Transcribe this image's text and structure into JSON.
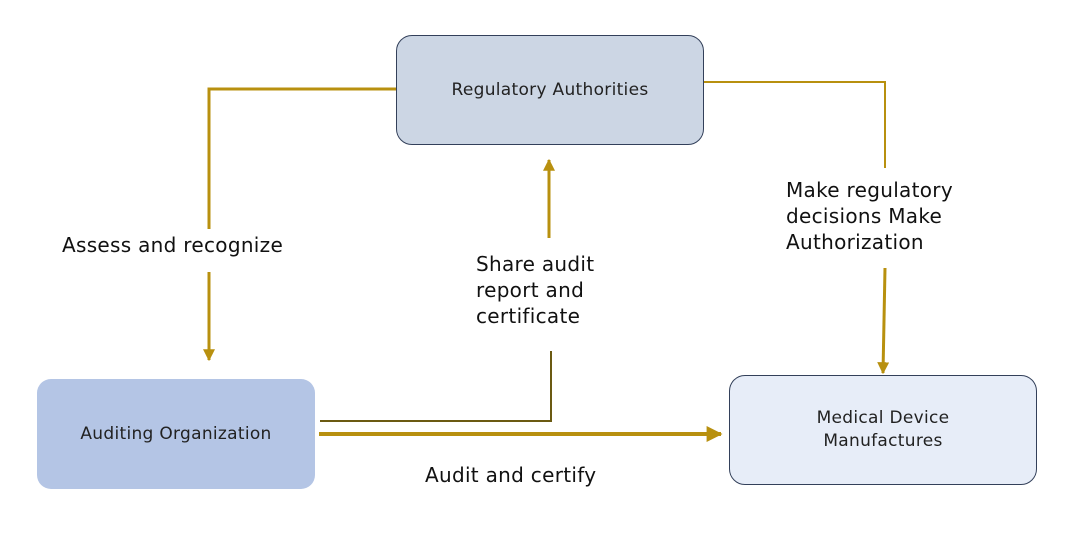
{
  "nodes": {
    "regulatory": "Regulatory Authorities",
    "auditing": "Auditing Organization",
    "manufacturer": "Medical Device\nManufactures"
  },
  "edges": {
    "assess": "Assess and recognize",
    "share": "Share audit\nreport and\ncertificate",
    "decide": "Make regulatory\ndecisions Make\nAuthorization",
    "audit": "Audit and certify"
  },
  "colors": {
    "arrow": "#b8900f",
    "arrow_dark": "#6b5a12"
  }
}
